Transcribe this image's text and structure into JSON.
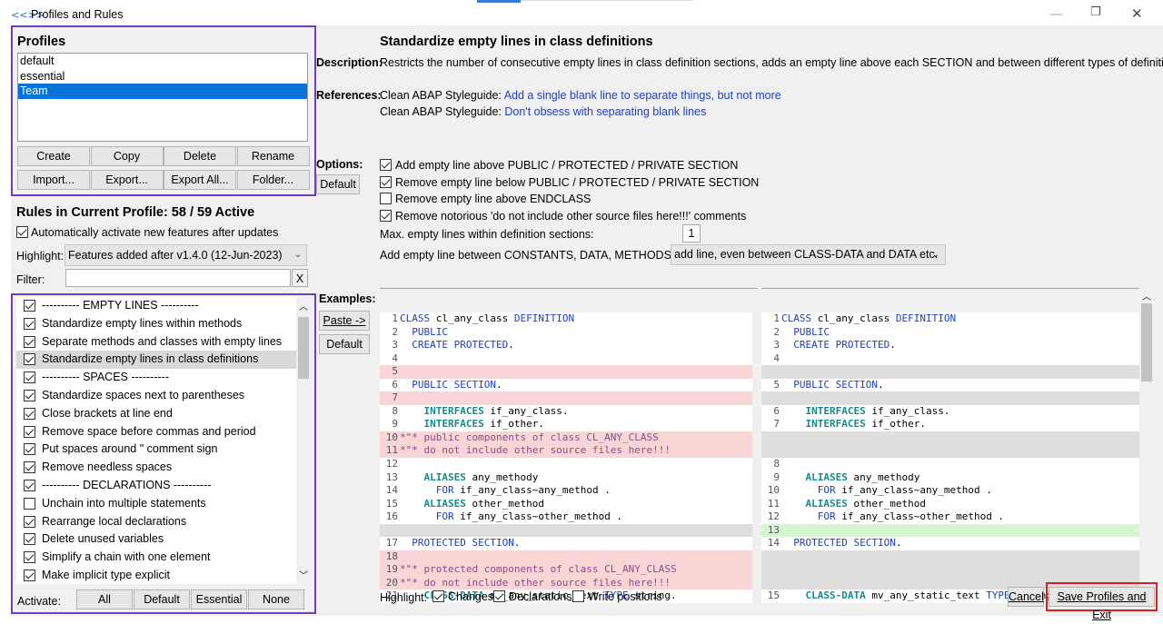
{
  "window": {
    "title": "Profiles and Rules"
  },
  "profiles": {
    "heading": "Profiles",
    "items": [
      "default",
      "essential",
      "Team"
    ],
    "selected": 2,
    "buttons": [
      "Create",
      "Copy",
      "Delete",
      "Rename",
      "Import...",
      "Export...",
      "Export All...",
      "Folder..."
    ]
  },
  "rules_panel": {
    "heading": "Rules in Current Profile: 58 / 59 Active",
    "auto_activate": "Automatically activate new features after updates",
    "highlight_label": "Highlight:",
    "highlight_value": "Features added after v1.4.0 (12-Jun-2023)",
    "filter_label": "Filter:",
    "filter_clear": "X",
    "items": [
      {
        "label": "---------- EMPTY LINES ----------",
        "checked": true
      },
      {
        "label": "Standardize empty lines within methods",
        "checked": true
      },
      {
        "label": "Separate methods and classes with empty lines",
        "checked": true
      },
      {
        "label": "Standardize empty lines in class definitions",
        "checked": true
      },
      {
        "label": "---------- SPACES ----------",
        "checked": true
      },
      {
        "label": "Standardize spaces next to parentheses",
        "checked": true
      },
      {
        "label": "Close brackets at line end",
        "checked": true
      },
      {
        "label": "Remove space before commas and period",
        "checked": true
      },
      {
        "label": "Put spaces around \" comment sign",
        "checked": true
      },
      {
        "label": "Remove needless spaces",
        "checked": true
      },
      {
        "label": "---------- DECLARATIONS ----------",
        "checked": true
      },
      {
        "label": "Unchain into multiple statements",
        "checked": false
      },
      {
        "label": "Rearrange local declarations",
        "checked": true
      },
      {
        "label": "Delete unused variables",
        "checked": true
      },
      {
        "label": "Simplify a chain with one element",
        "checked": true
      },
      {
        "label": "Make implicit type explicit",
        "checked": true
      }
    ],
    "selected": 3,
    "activate_label": "Activate:",
    "activate_buttons": [
      "All",
      "Default",
      "Essential",
      "None"
    ]
  },
  "detail": {
    "title": "Standardize empty lines in class definitions",
    "description_label": "Description:",
    "description": "Restricts the number of consecutive empty lines in class definition sections, adds an empty line above each SECTION and between different types of definitions.",
    "references_label": "References:",
    "references": [
      {
        "prefix": "Clean ABAP Styleguide:",
        "link": "Add a single blank line to separate things, but not more"
      },
      {
        "prefix": "Clean ABAP Styleguide:",
        "link": "Don't obsess with separating blank lines"
      }
    ],
    "options_label": "Options:",
    "default_button": "Default",
    "options": [
      {
        "label": "Add empty line above PUBLIC / PROTECTED / PRIVATE SECTION",
        "checked": true
      },
      {
        "label": "Remove empty line below PUBLIC / PROTECTED / PRIVATE SECTION",
        "checked": true
      },
      {
        "label": "Remove empty line above ENDCLASS",
        "checked": false
      },
      {
        "label": "Remove notorious 'do not include other source files here!!!' comments",
        "checked": true
      }
    ],
    "max_lines_label": "Max. empty lines within definition sections:",
    "max_lines_value": "1",
    "between_label": "Add empty line between CONSTANTS, DATA, METHODS etc.:",
    "between_value": "add line, even between CLASS-DATA and DATA etc.",
    "examples_label": "Examples:",
    "paste_button": "Paste ->",
    "examples_default": "Default",
    "bottom_highlight": "Highlight:",
    "bottom_checks": [
      {
        "label": "Changes",
        "checked": true
      },
      {
        "label": "Declarations",
        "checked": true
      },
      {
        "label": "Write positions",
        "checked": false
      }
    ],
    "cancel": "Cancel",
    "save": "Save Profiles and Exit"
  },
  "code_left": [
    {
      "n": "1",
      "t": "CLASS cl_any_class DEFINITION",
      "s": ""
    },
    {
      "n": "2",
      "t": "  PUBLIC",
      "s": ""
    },
    {
      "n": "3",
      "t": "  CREATE PROTECTED.",
      "s": ""
    },
    {
      "n": "4",
      "t": "",
      "s": ""
    },
    {
      "n": "5",
      "t": "",
      "s": "del"
    },
    {
      "n": "6",
      "t": "  PUBLIC SECTION.",
      "s": ""
    },
    {
      "n": "7",
      "t": "",
      "s": "del"
    },
    {
      "n": "8",
      "t": "    INTERFACES if_any_class.",
      "s": ""
    },
    {
      "n": "9",
      "t": "    INTERFACES if_other.",
      "s": ""
    },
    {
      "n": "10",
      "t": "*\"* public components of class CL_ANY_CLASS",
      "s": "del"
    },
    {
      "n": "11",
      "t": "*\"* do not include other source files here!!!",
      "s": "del"
    },
    {
      "n": "12",
      "t": "",
      "s": ""
    },
    {
      "n": "13",
      "t": "    ALIASES any_methody",
      "s": ""
    },
    {
      "n": "14",
      "t": "      FOR if_any_class~any_method .",
      "s": ""
    },
    {
      "n": "15",
      "t": "    ALIASES other_method",
      "s": ""
    },
    {
      "n": "16",
      "t": "      FOR if_any_class~other_method .",
      "s": ""
    },
    {
      "n": "",
      "t": "",
      "s": "gap"
    },
    {
      "n": "17",
      "t": "  PROTECTED SECTION.",
      "s": ""
    },
    {
      "n": "18",
      "t": "",
      "s": "del"
    },
    {
      "n": "19",
      "t": "*\"* protected components of class CL_ANY_CLASS",
      "s": "del"
    },
    {
      "n": "20",
      "t": "*\"* do not include other source files here!!!",
      "s": "del"
    },
    {
      "n": "21",
      "t": "    CLASS-DATA mv_any_static_text TYPE string.",
      "s": ""
    }
  ],
  "code_right": [
    {
      "n": "1",
      "t": "CLASS cl_any_class DEFINITION",
      "s": ""
    },
    {
      "n": "2",
      "t": "  PUBLIC",
      "s": ""
    },
    {
      "n": "3",
      "t": "  CREATE PROTECTED.",
      "s": ""
    },
    {
      "n": "4",
      "t": "",
      "s": ""
    },
    {
      "n": "",
      "t": "",
      "s": "gap"
    },
    {
      "n": "5",
      "t": "  PUBLIC SECTION.",
      "s": ""
    },
    {
      "n": "",
      "t": "",
      "s": "gap"
    },
    {
      "n": "6",
      "t": "    INTERFACES if_any_class.",
      "s": ""
    },
    {
      "n": "7",
      "t": "    INTERFACES if_other.",
      "s": ""
    },
    {
      "n": "",
      "t": "",
      "s": "gap"
    },
    {
      "n": "",
      "t": "",
      "s": "gap"
    },
    {
      "n": "8",
      "t": "",
      "s": ""
    },
    {
      "n": "9",
      "t": "    ALIASES any_methody",
      "s": ""
    },
    {
      "n": "10",
      "t": "      FOR if_any_class~any_method .",
      "s": ""
    },
    {
      "n": "11",
      "t": "    ALIASES other_method",
      "s": ""
    },
    {
      "n": "12",
      "t": "      FOR if_any_class~other_method .",
      "s": ""
    },
    {
      "n": "13",
      "t": "",
      "s": "add"
    },
    {
      "n": "14",
      "t": "  PROTECTED SECTION.",
      "s": ""
    },
    {
      "n": "",
      "t": "",
      "s": "gap"
    },
    {
      "n": "",
      "t": "",
      "s": "gap"
    },
    {
      "n": "",
      "t": "",
      "s": "gap"
    },
    {
      "n": "15",
      "t": "    CLASS-DATA mv_any_static_text TYPE string.",
      "s": ""
    }
  ]
}
